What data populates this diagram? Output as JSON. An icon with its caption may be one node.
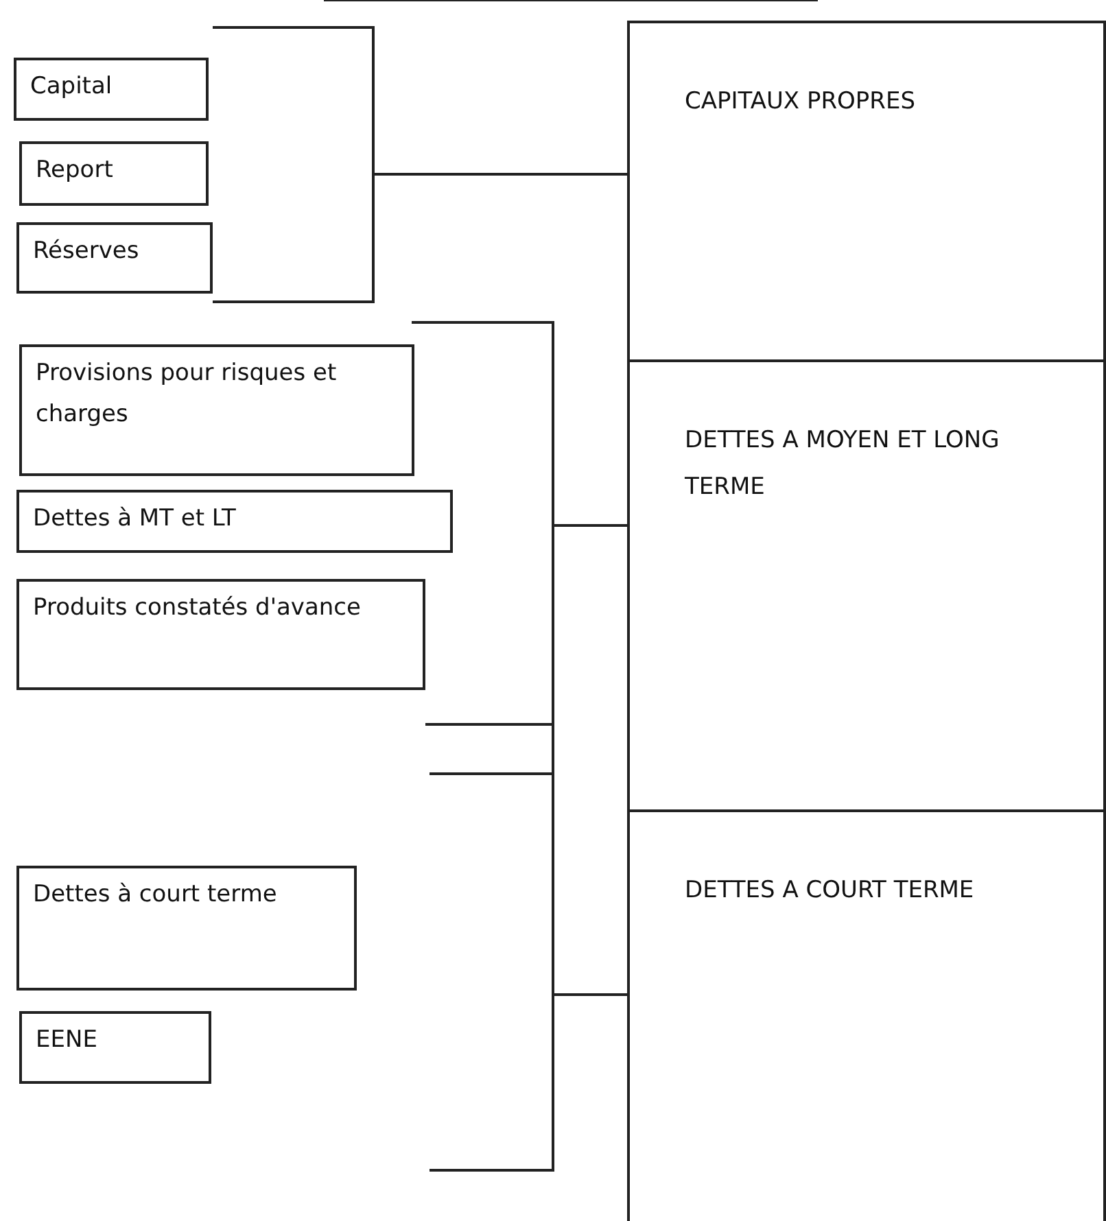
{
  "diagram": {
    "nodes": [
      {
        "text": [
          "Capital"
        ]
      },
      {
        "text": [
          "Report"
        ]
      },
      {
        "text": [
          "Réserves"
        ]
      },
      {
        "text": [
          "Provisions pour risques et charges"
        ]
      },
      {
        "text": [
          "Dettes à MT et LT"
        ]
      },
      {
        "text": [
          "Produits constatés d'avance"
        ]
      },
      {
        "text": [
          "Dettes à court terme"
        ]
      },
      {
        "text": [
          "EENE"
        ]
      },
      {
        "text": [
          "CAPITAUX PROPRES"
        ]
      },
      {
        "text": [
          "DETTES A MOYEN ET LONG TERME"
        ]
      },
      {
        "text": [
          "DETTES A COURT TERME"
        ]
      }
    ]
  }
}
